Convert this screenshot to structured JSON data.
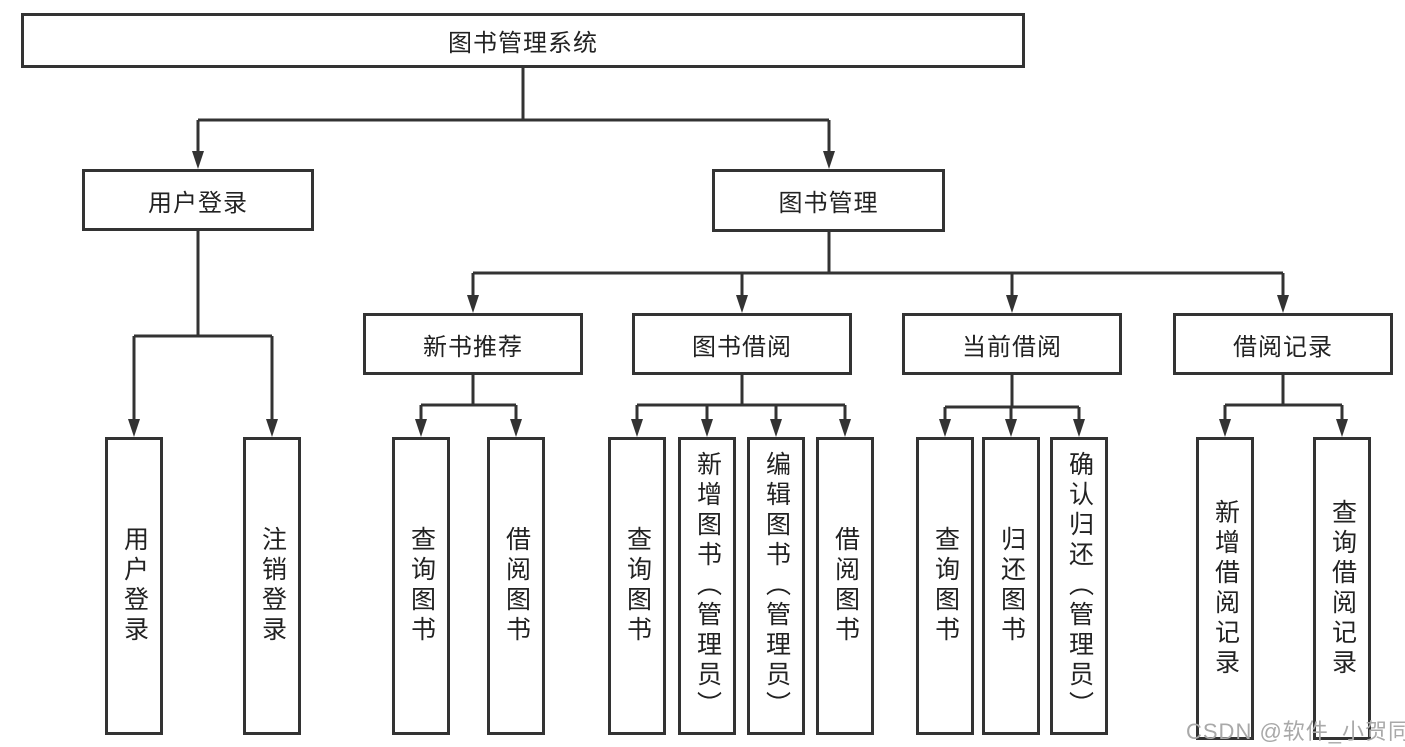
{
  "diagram": {
    "root": {
      "label": "图书管理系统"
    },
    "user_login": {
      "label": "用户登录",
      "children": [
        {
          "label": "用户登录"
        },
        {
          "label": "注销登录"
        }
      ]
    },
    "book_management": {
      "label": "图书管理"
    },
    "new_book": {
      "label": "新书推荐",
      "children": [
        {
          "label": "查询图书"
        },
        {
          "label": "借阅图书"
        }
      ]
    },
    "book_borrow": {
      "label": "图书借阅",
      "children": [
        {
          "label": "查询图书"
        },
        {
          "label": "新增图书（管理员）"
        },
        {
          "label": "编辑图书（管理员）"
        },
        {
          "label": "借阅图书"
        }
      ]
    },
    "current_borrow": {
      "label": "当前借阅",
      "children": [
        {
          "label": "查询图书"
        },
        {
          "label": "归还图书"
        },
        {
          "label": "确认归还（管理员）"
        }
      ]
    },
    "borrow_record": {
      "label": "借阅记录",
      "children": [
        {
          "label": "新增借阅记录"
        },
        {
          "label": "查询借阅记录"
        }
      ]
    }
  },
  "watermark": {
    "text": "CSDN @软件_小贺同学"
  },
  "colors": {
    "line": "#333333",
    "text": "#222222",
    "watermark": "#a9a9a9",
    "background": "#ffffff"
  }
}
